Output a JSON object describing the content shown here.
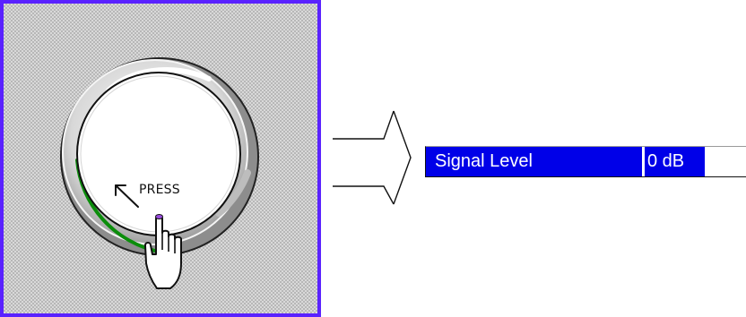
{
  "knob": {
    "press_label": "PRESS",
    "colors": {
      "panel_border": "#5a22ff",
      "ring_outer": "#e6e6e6",
      "ring_shadow": "#8e8e8e",
      "ring_green": "#0b8d0b",
      "button_face": "#ffffff",
      "press_dot": "#9a4ce0"
    },
    "icons": {
      "press_arrow": "arrow-up-left",
      "hand_pointer": "pointing-hand"
    }
  },
  "flow_arrow": {
    "icon": "right-arrow-outline"
  },
  "signal_display": {
    "label": "Signal Level",
    "value": "0 dB",
    "colors": {
      "highlight": "#0000e8",
      "text": "#ffffff"
    }
  }
}
